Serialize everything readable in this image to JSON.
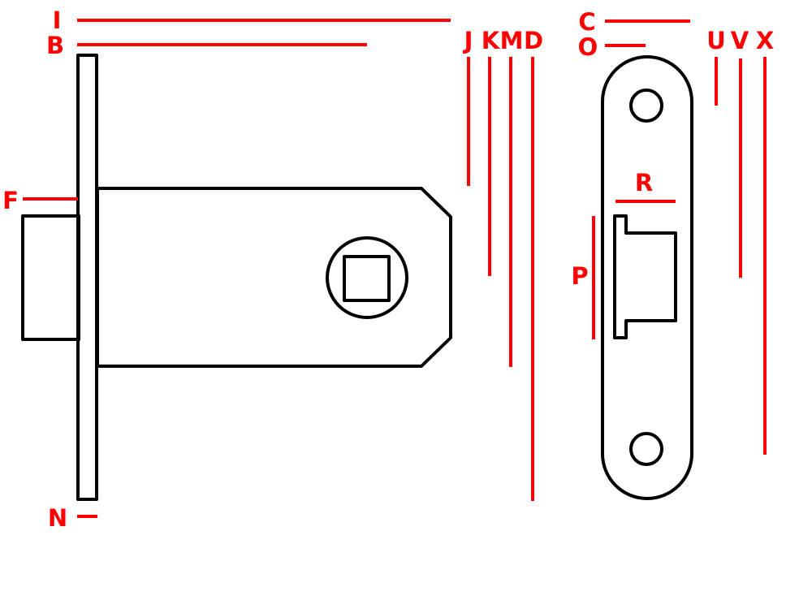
{
  "colors": {
    "dimension": "#ff0000",
    "outline": "#000000"
  },
  "labels": {
    "I": "I",
    "B": "B",
    "F": "F",
    "N": "N",
    "J": "J",
    "K": "K",
    "M": "M",
    "D": "D",
    "C": "C",
    "O": "O",
    "U": "U",
    "V": "V",
    "X": "X",
    "R": "R",
    "P": "P"
  }
}
